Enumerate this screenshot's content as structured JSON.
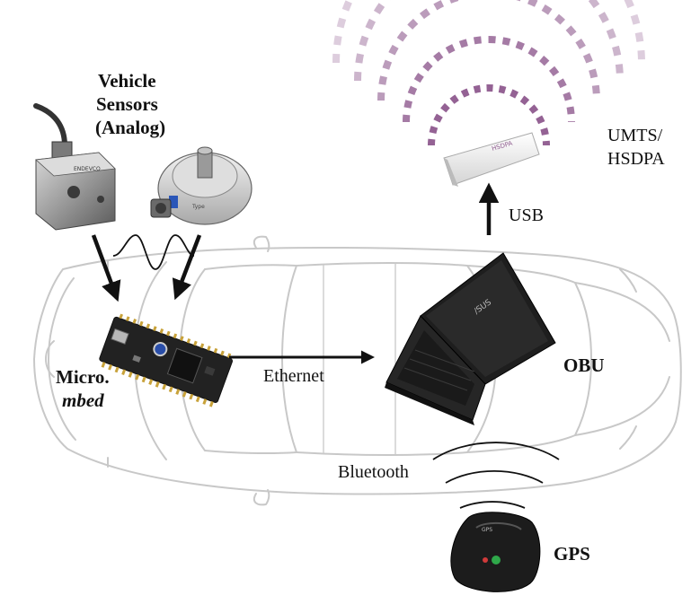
{
  "labels": {
    "sensors_line1": "Vehicle",
    "sensors_line2": "Sensors",
    "sensors_line3": "(Analog)",
    "micro_line1": "Micro.",
    "micro_line2": "mbed",
    "ethernet": "Ethernet",
    "usb": "USB",
    "umts_line1": "UMTS/",
    "umts_line2": "HSDPA",
    "obu": "OBU",
    "bluetooth": "Bluetooth",
    "gps": "GPS"
  },
  "colors": {
    "car_outline": "#c8c8c8",
    "arrow": "#111111",
    "signal_bars": "#8e5a8e",
    "laptop": "#1e1e1e",
    "board": "#222222"
  },
  "icons": {
    "car": "car-outline-icon",
    "accelerometer": "accelerometer-sensor-icon",
    "encoder": "rotary-encoder-icon",
    "micro": "mbed-board-icon",
    "laptop": "laptop-icon",
    "modem": "usb-modem-icon",
    "gps": "gps-device-icon"
  }
}
